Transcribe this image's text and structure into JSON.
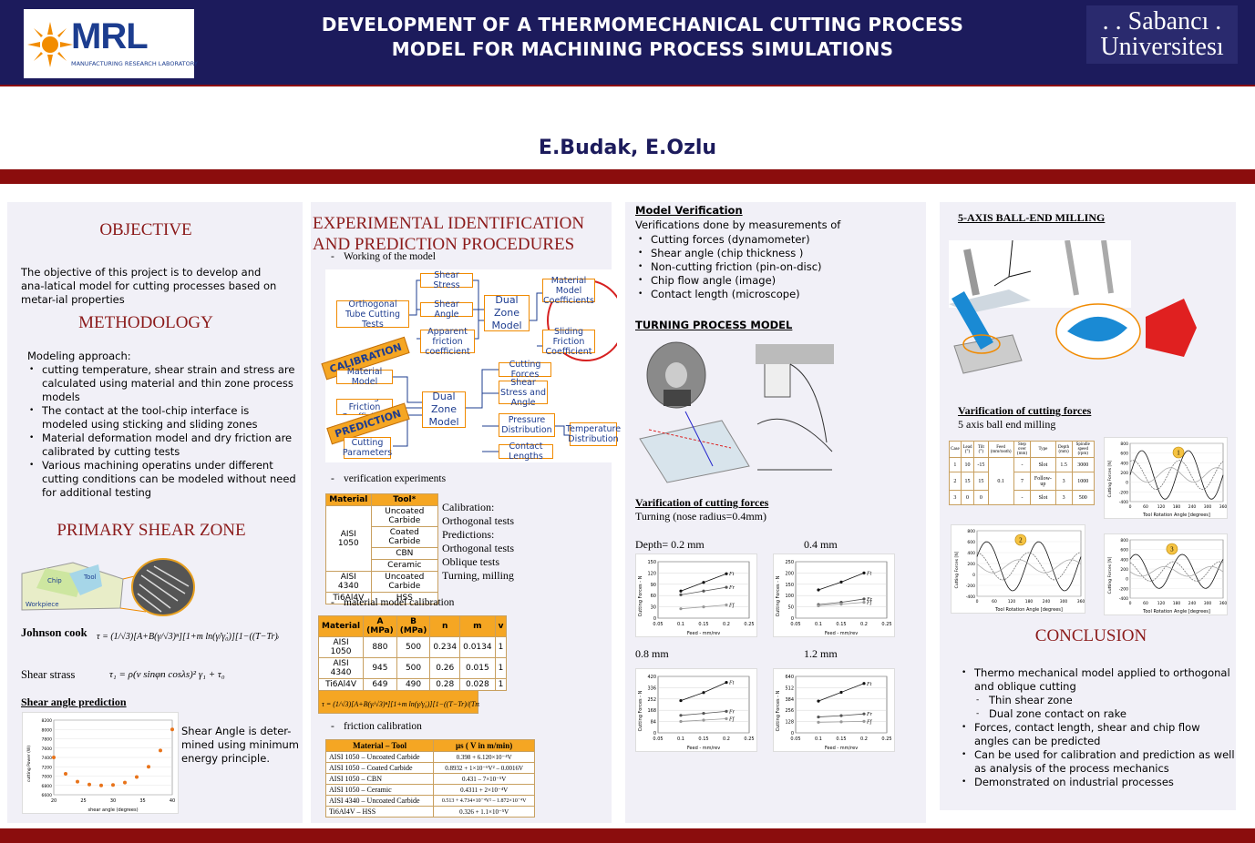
{
  "header": {
    "title_line1": "DEVELOPMENT OF A THERMOMECHANICAL CUTTING PROCESS",
    "title_line2": "MODEL FOR MACHINING PROCESS SIMULATIONS",
    "logo_text": "MRL",
    "logo_sub": "MANUFACTURING RESEARCH LABORATORY",
    "uni_line1": ". . Sabancı .",
    "uni_line2": "Universitesı"
  },
  "authors": "E.Budak, E.Ozlu",
  "col1": {
    "objective_title": "OBJECTIVE",
    "objective_text": "The objective of this project is to develop and ana-latical model for cutting processes based on metar-ial properties",
    "methodology_title": "METHODOLOGY",
    "methodology_intro": "Modeling approach:",
    "methodology_items": [
      "cutting temperature, shear strain and stress are calculated using material and thin zone process models",
      "The contact at the tool-chip interface is modeled using sticking and sliding zones",
      "Material deformation model and dry friction are calibrated by cutting tests",
      "Various machining operatins under different cutting conditions can be modeled without need for additional testing"
    ],
    "shear_title": "PRIMARY SHEAR ZONE",
    "diagram_labels": [
      "Chip",
      "Tool",
      "Workpiece"
    ],
    "johnson_label": "Johnson cook",
    "shear_stress_label": "Shear strass",
    "shear_angle_title": "Shear angle prediction",
    "shear_angle_text": "Shear Angle is deter-mined using minimum energy principle."
  },
  "col2": {
    "title_line1": "EXPERIMENTAL IDENTIFICATION",
    "title_line2": "AND PREDICTION PROCEDURES",
    "working_label": "Working of the model",
    "flow": {
      "orth": "Orthogonal Tube Cutting Tests",
      "stress": "Shear Stress",
      "angle": "Shear Angle",
      "app_friction": "Apparent friction coefficient",
      "dual1": "Dual Zone Model",
      "mat_coef": "Material Model Coefficients",
      "slide_coef": "Sliding Friction Coefficient",
      "calibration": "CALIBRATION",
      "mat_model": "Material Model",
      "slide_fric": "Sliding Friction Coefficient",
      "prediction": "PREDICTION",
      "cut_params": "Cutting Parameters",
      "dual2": "Dual Zone Model",
      "cut_forces": "Cutting Forces",
      "shear_sa": "Shear Stress and Angle",
      "pressure": "Pressure Distribution",
      "contact": "Contact Lengths",
      "temp": "Temperature Distribution"
    },
    "verif_label": "verification experiments",
    "verif_table": {
      "headers": [
        "Material",
        "Tool*"
      ],
      "rows": [
        [
          "AISI 1050",
          "Uncoated Carbide"
        ],
        [
          "",
          "Coated Carbide"
        ],
        [
          "",
          "CBN"
        ],
        [
          "",
          "Ceramic"
        ],
        [
          "AISI 4340",
          "Uncoated Carbide"
        ],
        [
          "Ti6Al4V",
          "HSS"
        ]
      ]
    },
    "verif_text": [
      "Calibration:",
      "Orthogonal tests",
      "Predictions:",
      "Orthogonal tests",
      "Oblique tests",
      "Turning, milling"
    ],
    "matcal_label": "material model calibration",
    "mat_table": {
      "headers": [
        "Material",
        "A (MPa)",
        "B (MPa)",
        "n",
        "m",
        "v"
      ],
      "rows": [
        [
          "AISI 1050",
          "880",
          "500",
          "0.234",
          "0.0134",
          "1"
        ],
        [
          "AISI 4340",
          "945",
          "500",
          "0.26",
          "0.015",
          "1"
        ],
        [
          "Ti6Al4V",
          "649",
          "490",
          "0.28",
          "0.028",
          "1"
        ]
      ]
    },
    "fric_label": "friction calibration",
    "fric_table": {
      "headers": [
        "Material – Tool",
        "μs ( V in m/min)"
      ],
      "rows": [
        [
          "AISI 1050 – Uncoated Carbide",
          "0.398 + 6.120×10⁻⁴V"
        ],
        [
          "AISI 1050 – Coated Carbide",
          "0.8932 + 1×10⁻⁶V² – 0.0016V"
        ],
        [
          "AISI 1050 – CBN",
          "0.431 – 7×10⁻⁵V"
        ],
        [
          "AISI 1050 – Ceramic",
          "0.4311 + 2×10⁻⁴V"
        ],
        [
          "AISI 4340 – Uncoated Carbide",
          "0.513 + 4.734×10⁻⁴V² – 1.872×10⁻⁴V"
        ],
        [
          "Ti6Al4V – HSS",
          "0.326 + 1.1×10⁻⁵V"
        ]
      ]
    }
  },
  "col3": {
    "verif_title": "Model Verification",
    "verif_intro": "Verifications done by measurements of",
    "verif_items": [
      "Cutting forces (dynamometer)",
      "Shear angle (chip thickness )",
      "Non-cutting friction (pin-on-disc)",
      "Chip flow angle (image)",
      "Contact length (microscope)"
    ],
    "turning_title": "TURNING PROCESS MODEL",
    "vcf_title": "Varification of cutting forces",
    "vcf_sub": "Turning (nose radius=0.4mm)",
    "depth_labels": [
      "Depth= 0.2 mm",
      "0.4 mm",
      "0.8 mm",
      "1.2 mm"
    ],
    "chart_xlabel": "Feed - mm/rev",
    "chart_ylabel": "Cutting Forces - N",
    "series_names": [
      "Ft",
      "Fr",
      "Ff"
    ]
  },
  "col4": {
    "ball_title": "5-AXIS BALL-END MILLING",
    "vcf_title": "Varification of cutting forces",
    "vcf_sub": "5 axis ball end milling",
    "case_table": {
      "headers": [
        "Case",
        "Lead (°)",
        "Tilt (°)",
        "Feed (mm/tooth)",
        "Step over (mm)",
        "Type",
        "Depth (mm)",
        "Spindle speed (rpm)"
      ],
      "rows": [
        [
          "1",
          "10",
          "-15",
          "",
          "-",
          "Slot",
          "1.5",
          "3000"
        ],
        [
          "2",
          "15",
          "15",
          "0.1",
          "7",
          "Follow-up",
          "3",
          "1000"
        ],
        [
          "3",
          "0",
          "0",
          "",
          "-",
          "Slot",
          "3",
          "500"
        ]
      ]
    },
    "mill_xlabel": "Tool Rotation Angle [degrees]",
    "mill_ylabel": "Cutting Forces [N]",
    "mill_markers": [
      "1",
      "2",
      "3"
    ],
    "conclusion_title": "CONCLUSION",
    "conclusion_items": [
      "Thermo mechanical model applied to orthogonal and oblique cutting",
      "Forces, contact length, shear and chip flow angles can be predicted",
      "Can be used for calibration and prediction as well as analysis of the process mechanics",
      "Demonstrated on industrial processes"
    ],
    "conclusion_sub": [
      "Thin shear zone",
      "Dual zone contact on rake"
    ]
  },
  "chart_data": [
    {
      "type": "line",
      "title": "Depth= 0.2 mm",
      "xlabel": "Feed - mm/rev",
      "ylabel": "Cutting Forces - N",
      "x": [
        0.1,
        0.15,
        0.2
      ],
      "xlim": [
        0.05,
        0.25
      ],
      "ylim": [
        0,
        150
      ],
      "series": [
        {
          "name": "Ft",
          "values": [
            72,
            95,
            118
          ]
        },
        {
          "name": "Fr",
          "values": [
            62,
            72,
            82
          ]
        },
        {
          "name": "Ff",
          "values": [
            25,
            30,
            35
          ]
        }
      ]
    },
    {
      "type": "line",
      "title": "0.4 mm",
      "xlabel": "Feed - mm/rev",
      "ylabel": "Cutting Forces - N",
      "x": [
        0.1,
        0.15,
        0.2
      ],
      "xlim": [
        0.05,
        0.25
      ],
      "ylim": [
        0,
        250
      ],
      "series": [
        {
          "name": "Ft",
          "values": [
            125,
            160,
            200
          ]
        },
        {
          "name": "Fr",
          "values": [
            60,
            70,
            85
          ]
        },
        {
          "name": "Ff",
          "values": [
            55,
            62,
            70
          ]
        }
      ]
    },
    {
      "type": "line",
      "title": "0.8 mm",
      "xlabel": "Feed - mm/rev",
      "ylabel": "Cutting Forces - N",
      "x": [
        0.1,
        0.15,
        0.2
      ],
      "xlim": [
        0.05,
        0.25
      ],
      "ylim": [
        0,
        420
      ],
      "series": [
        {
          "name": "Ft",
          "values": [
            240,
            300,
            375
          ]
        },
        {
          "name": "Fr",
          "values": [
            130,
            145,
            160
          ]
        },
        {
          "name": "Ff",
          "values": [
            85,
            95,
            105
          ]
        }
      ]
    },
    {
      "type": "line",
      "title": "1.2 mm",
      "xlabel": "Feed - mm/rev",
      "ylabel": "Cutting Forces - N",
      "x": [
        0.1,
        0.15,
        0.2
      ],
      "xlim": [
        0.05,
        0.25
      ],
      "ylim": [
        0,
        640
      ],
      "series": [
        {
          "name": "Ft",
          "values": [
            360,
            460,
            560
          ]
        },
        {
          "name": "Fr",
          "values": [
            180,
            195,
            215
          ]
        },
        {
          "name": "Ff",
          "values": [
            120,
            125,
            130
          ]
        }
      ]
    },
    {
      "type": "line",
      "title": "Shear angle prediction",
      "xlabel": "shear angle (degrees)",
      "ylabel": "cutting Power (W)",
      "x": [
        20,
        22,
        24,
        26,
        28,
        30,
        32,
        34,
        36,
        38,
        40
      ],
      "xlim": [
        20,
        40
      ],
      "ylim": [
        6600,
        8200
      ],
      "series": [
        {
          "values": [
            7400,
            7050,
            6880,
            6820,
            6800,
            6810,
            6860,
            6980,
            7200,
            7550,
            8000
          ]
        }
      ]
    }
  ]
}
